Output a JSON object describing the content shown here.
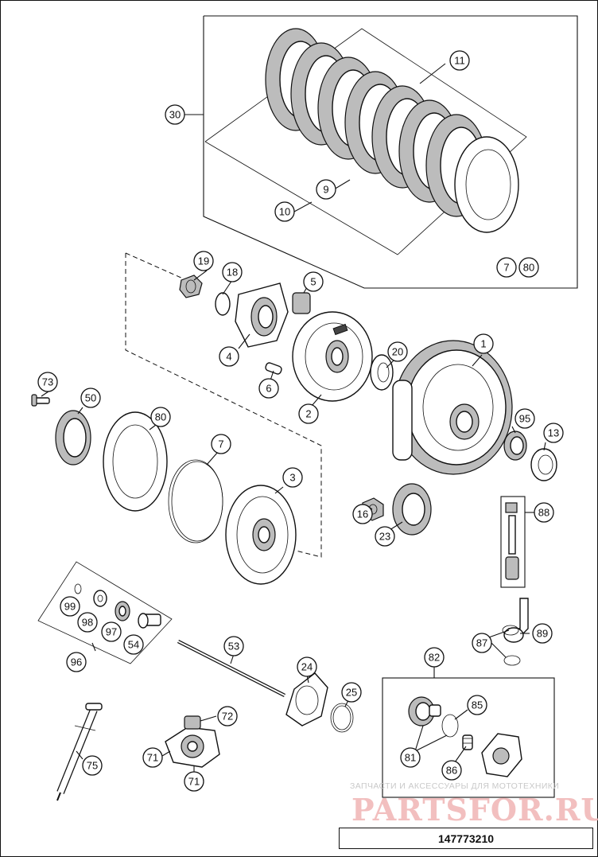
{
  "diagram": {
    "code": "147773210",
    "watermark": {
      "subtitle": "ЗАПЧАСТИ И АКСЕССУАРЫ ДЛЯ МОТОТЕХНИКИ",
      "logo": "PARTSFOR.RU"
    },
    "callouts": [
      {
        "id": "c30",
        "label": "30"
      },
      {
        "id": "c11",
        "label": "11"
      },
      {
        "id": "c9",
        "label": "9"
      },
      {
        "id": "c10",
        "label": "10"
      },
      {
        "id": "c7a",
        "label": "7"
      },
      {
        "id": "c80a",
        "label": "80"
      },
      {
        "id": "c19",
        "label": "19"
      },
      {
        "id": "c18",
        "label": "18"
      },
      {
        "id": "c5",
        "label": "5"
      },
      {
        "id": "c4",
        "label": "4"
      },
      {
        "id": "c6",
        "label": "6"
      },
      {
        "id": "c2",
        "label": "2"
      },
      {
        "id": "c20",
        "label": "20"
      },
      {
        "id": "c1",
        "label": "1"
      },
      {
        "id": "c73",
        "label": "73"
      },
      {
        "id": "c50",
        "label": "50"
      },
      {
        "id": "c80b",
        "label": "80"
      },
      {
        "id": "c7b",
        "label": "7"
      },
      {
        "id": "c3",
        "label": "3"
      },
      {
        "id": "c95",
        "label": "95"
      },
      {
        "id": "c13",
        "label": "13"
      },
      {
        "id": "c16",
        "label": "16"
      },
      {
        "id": "c23",
        "label": "23"
      },
      {
        "id": "c88",
        "label": "88"
      },
      {
        "id": "c99",
        "label": "99"
      },
      {
        "id": "c98",
        "label": "98"
      },
      {
        "id": "c97",
        "label": "97"
      },
      {
        "id": "c54",
        "label": "54"
      },
      {
        "id": "c96",
        "label": "96"
      },
      {
        "id": "c53",
        "label": "53"
      },
      {
        "id": "c89",
        "label": "89"
      },
      {
        "id": "c87",
        "label": "87"
      },
      {
        "id": "c24",
        "label": "24"
      },
      {
        "id": "c25",
        "label": "25"
      },
      {
        "id": "c82",
        "label": "82"
      },
      {
        "id": "c85",
        "label": "85"
      },
      {
        "id": "c81",
        "label": "81"
      },
      {
        "id": "c86",
        "label": "86"
      },
      {
        "id": "c72",
        "label": "72"
      },
      {
        "id": "c71a",
        "label": "71"
      },
      {
        "id": "c71b",
        "label": "71"
      },
      {
        "id": "c75",
        "label": "75"
      }
    ]
  }
}
